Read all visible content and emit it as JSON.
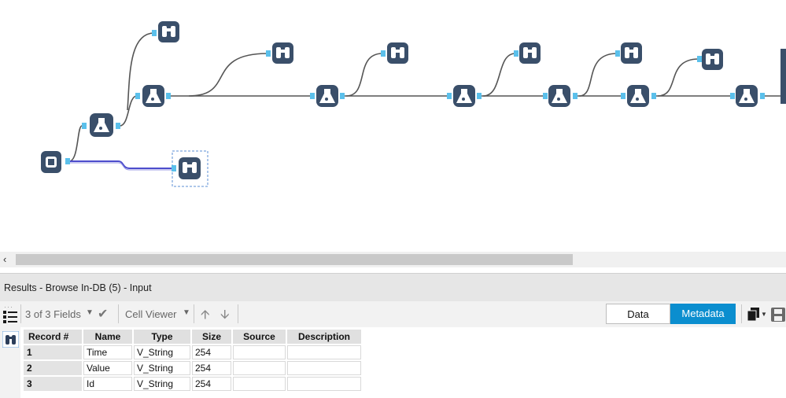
{
  "results_panel": {
    "title": "Results - Browse In-DB (5) - Input"
  },
  "toolbar": {
    "fields_selector": "3 of 3 Fields",
    "cell_viewer": "Cell Viewer",
    "data_button": "Data",
    "metadata_button": "Metadata"
  },
  "metadata_table": {
    "headers": [
      "Record #",
      "Name",
      "Type",
      "Size",
      "Source",
      "Description"
    ],
    "rows": [
      {
        "record": "1",
        "name": "Time",
        "type": "V_String",
        "size": "254",
        "source": "",
        "description": ""
      },
      {
        "record": "2",
        "name": "Value",
        "type": "V_String",
        "size": "254",
        "source": "",
        "description": ""
      },
      {
        "record": "3",
        "name": "Id",
        "type": "V_String",
        "size": "254",
        "source": "",
        "description": ""
      }
    ]
  },
  "colors": {
    "tool_icon": "#3a4f6a",
    "anchor": "#5bc0eb",
    "connection": "#555555",
    "selected_connection": "#4d4dcc",
    "metadata_active": "#0b8ecf"
  },
  "icons": [
    "connect-in-db-icon",
    "formula-in-db-icon",
    "browse-in-db-icon",
    "list-icon",
    "binoculars-icon",
    "check-icon",
    "arrow-up-icon",
    "arrow-down-icon",
    "copy-icon",
    "save-icon"
  ]
}
